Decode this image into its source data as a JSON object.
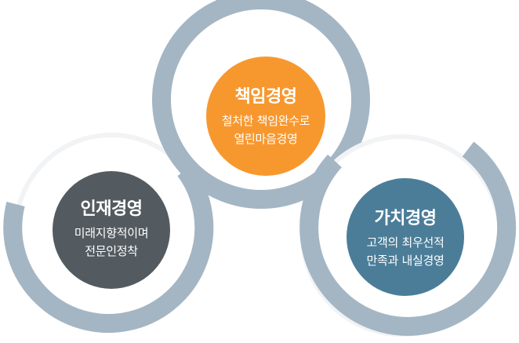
{
  "nodes": {
    "responsibility": {
      "title": "책임경영",
      "line1": "철처한 책임완수로",
      "line2": "열린마음경영",
      "color": "#f7982f"
    },
    "talent": {
      "title": "인재경영",
      "line1": "미래지향적이며",
      "line2": "전문인정착",
      "color": "#545b60"
    },
    "value": {
      "title": "가치경영",
      "line1": "고객의 최우선적",
      "line2": "만족과 내실경영",
      "color": "#4b7d98"
    }
  },
  "colors": {
    "ring": "#a4b6c4",
    "ring_light": "#f1f3f5",
    "background": "#ffffff"
  }
}
